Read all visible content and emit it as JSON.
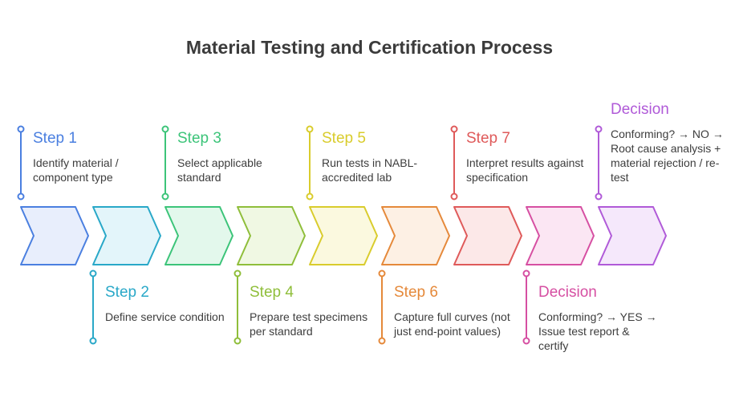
{
  "title": "Material Testing and Certification Process",
  "steps": [
    {
      "heading": "Step 1",
      "text": "Identify material / component type",
      "position": "top",
      "color": "#4a7fe0",
      "fill": "#e8eefc"
    },
    {
      "heading": "Step 2",
      "text": "Define service condition",
      "position": "bottom",
      "color": "#29a8c8",
      "fill": "#e3f5fa"
    },
    {
      "heading": "Step 3",
      "text": "Select applicable standard",
      "position": "top",
      "color": "#3cc479",
      "fill": "#e3f8ec"
    },
    {
      "heading": "Step 4",
      "text": "Prepare test specimens per standard",
      "position": "bottom",
      "color": "#8fbe3a",
      "fill": "#f0f8e3"
    },
    {
      "heading": "Step 5",
      "text": "Run tests in NABL-accredited lab",
      "position": "top",
      "color": "#d9cc2c",
      "fill": "#fbf9df"
    },
    {
      "heading": "Step 6",
      "text": "Capture full curves (not just end-point values)",
      "position": "bottom",
      "color": "#e5893a",
      "fill": "#fdf0e4"
    },
    {
      "heading": "Step 7",
      "text": "Interpret results against specification",
      "position": "top",
      "color": "#df5a5a",
      "fill": "#fce8e8"
    },
    {
      "heading": "Decision",
      "text": "Conforming? → YES → Issue test report & certify",
      "position": "bottom",
      "color": "#d64fa2",
      "fill": "#fbe6f3"
    },
    {
      "heading": "Decision",
      "text": "Conforming? → NO → Root cause analysis + material rejection / re-test",
      "position": "top",
      "color": "#b05ad8",
      "fill": "#f5e8fb"
    }
  ]
}
